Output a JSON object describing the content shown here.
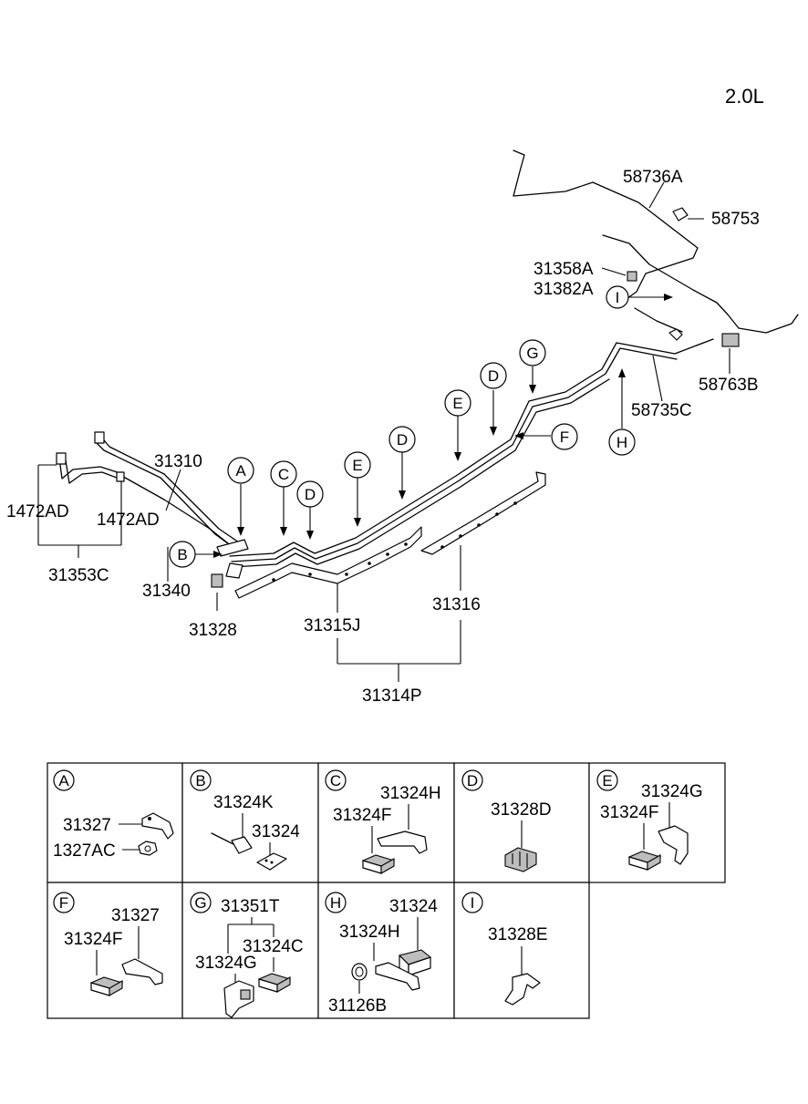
{
  "engine": "2.0L",
  "main": {
    "labels": {
      "p58736A": "58736A",
      "p58753": "58753",
      "p31358A": "31358A",
      "p31382A": "31382A",
      "p58763B": "58763B",
      "p58735C": "58735C",
      "p31310": "31310",
      "p1472AD_l": "1472AD",
      "p1472AD_r": "1472AD",
      "p31353C": "31353C",
      "p31340": "31340",
      "p31328": "31328",
      "p31315J": "31315J",
      "p31316": "31316",
      "p31314P": "31314P"
    },
    "callouts": {
      "A": "A",
      "B": "B",
      "C": "C",
      "D1": "D",
      "E1": "E",
      "D2": "D",
      "E2": "E",
      "D3": "D",
      "G": "G",
      "F": "F",
      "H": "H",
      "I": "I"
    }
  },
  "detail_table": {
    "cells": {
      "A": {
        "letter": "A",
        "parts": [
          "31327",
          "1327AC"
        ]
      },
      "B": {
        "letter": "B",
        "parts": [
          "31324K",
          "31324"
        ]
      },
      "C": {
        "letter": "C",
        "parts": [
          "31324H",
          "31324F"
        ]
      },
      "D": {
        "letter": "D",
        "parts": [
          "31328D"
        ]
      },
      "E": {
        "letter": "E",
        "parts": [
          "31324G",
          "31324F"
        ]
      },
      "F": {
        "letter": "F",
        "parts": [
          "31327",
          "31324F"
        ]
      },
      "G": {
        "letter": "G",
        "parts": [
          "31351T",
          "31324C",
          "31324G"
        ]
      },
      "H": {
        "letter": "H",
        "parts": [
          "31324",
          "31324H",
          "31126B"
        ]
      },
      "I": {
        "letter": "I",
        "parts": [
          "31328E"
        ]
      }
    }
  }
}
